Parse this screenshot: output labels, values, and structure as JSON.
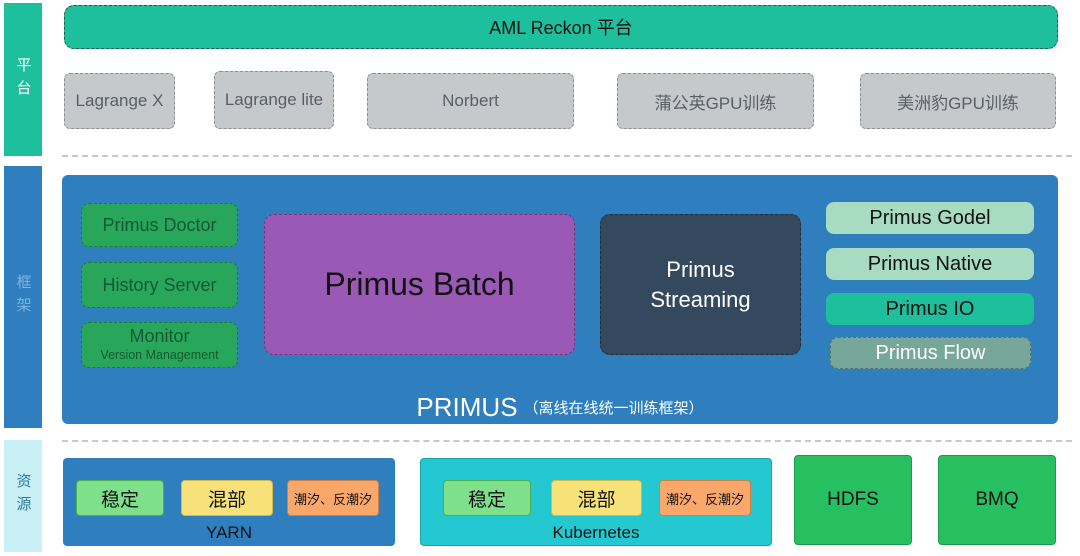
{
  "side_labels": {
    "platform": "平台",
    "framework": "框架",
    "resource": "资源"
  },
  "platform": {
    "title": "AML Reckon 平台",
    "items": [
      "Lagrange X",
      "Lagrange lite",
      "Norbert",
      "蒲公英GPU训练",
      "美洲豹GPU训练"
    ]
  },
  "framework": {
    "left_items": [
      "Primus Doctor",
      "History Server",
      "Monitor"
    ],
    "monitor_sub": "Version Management",
    "batch": "Primus Batch",
    "streaming_line1": "Primus",
    "streaming_line2": "Streaming",
    "right_items": [
      "Primus Godel",
      "Primus Native",
      "Primus IO",
      "Primus Flow"
    ],
    "title": "PRIMUS",
    "subtitle": "（离线在线统一训练框架）"
  },
  "resources": {
    "yarn": {
      "label": "YARN",
      "stable": "稳定",
      "mixed": "混部",
      "tide": "潮汐、反潮汐"
    },
    "kubernetes": {
      "label": "Kubernetes",
      "stable": "稳定",
      "mixed": "混部",
      "tide": "潮汐、反潮汐"
    },
    "hdfs": "HDFS",
    "bmq": "BMQ"
  },
  "colors": {
    "platform_green": "#1dbf9c",
    "framework_blue": "#2f7fbf",
    "batch_purple": "#9b59b6",
    "streaming_navy": "#34495e"
  }
}
